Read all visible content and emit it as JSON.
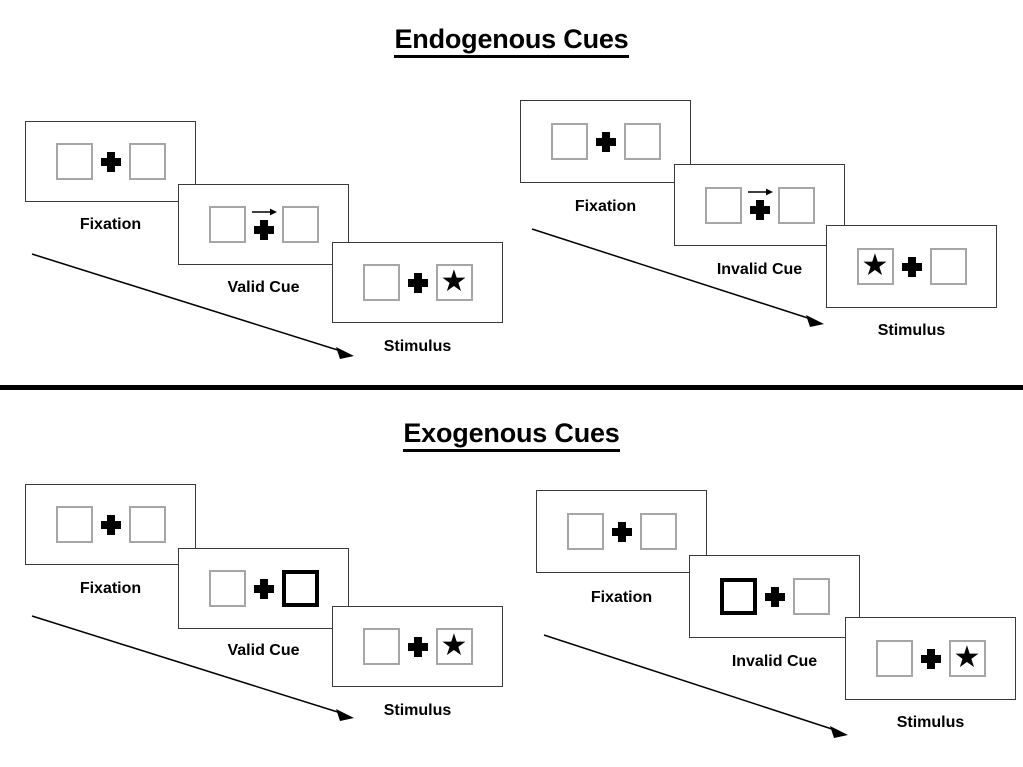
{
  "figure": {
    "title_top": "Endogenous Cues",
    "title_bottom": "Exogenous Cues",
    "colors": {
      "ink": "#000000",
      "placeholder_border": "#a6a6a6",
      "frame_border": "#3a3a3a",
      "background": "#ffffff"
    }
  },
  "sections": [
    {
      "id": "endogenous",
      "heading": "Endogenous Cues",
      "sequences": [
        {
          "id": "endogenous-valid",
          "condition": "valid",
          "frames": [
            {
              "label": "Fixation",
              "cue_type": "none",
              "cue_side": "none",
              "target_side": "none",
              "left_box": "empty",
              "right_box": "empty",
              "center": "plus"
            },
            {
              "label": "Valid Cue",
              "cue_type": "arrow",
              "cue_side": "right",
              "target_side": "none",
              "left_box": "empty",
              "right_box": "empty",
              "center": "arrow-plus"
            },
            {
              "label": "Stimulus",
              "cue_type": "none",
              "cue_side": "none",
              "target_side": "right",
              "left_box": "empty",
              "right_box": "star",
              "center": "plus"
            }
          ]
        },
        {
          "id": "endogenous-invalid",
          "condition": "invalid",
          "frames": [
            {
              "label": "Fixation",
              "cue_type": "none",
              "cue_side": "none",
              "target_side": "none",
              "left_box": "empty",
              "right_box": "empty",
              "center": "plus"
            },
            {
              "label": "Invalid Cue",
              "cue_type": "arrow",
              "cue_side": "right",
              "target_side": "none",
              "left_box": "empty",
              "right_box": "empty",
              "center": "arrow-plus"
            },
            {
              "label": "Stimulus",
              "cue_type": "none",
              "cue_side": "none",
              "target_side": "left",
              "left_box": "star",
              "right_box": "empty",
              "center": "plus"
            }
          ]
        }
      ]
    },
    {
      "id": "exogenous",
      "heading": "Exogenous Cues",
      "sequences": [
        {
          "id": "exogenous-valid",
          "condition": "valid",
          "frames": [
            {
              "label": "Fixation",
              "cue_type": "none",
              "cue_side": "none",
              "target_side": "none",
              "left_box": "empty",
              "right_box": "empty",
              "center": "plus"
            },
            {
              "label": "Valid Cue",
              "cue_type": "box-flash",
              "cue_side": "right",
              "target_side": "none",
              "left_box": "empty",
              "right_box": "cued",
              "center": "plus"
            },
            {
              "label": "Stimulus",
              "cue_type": "none",
              "cue_side": "none",
              "target_side": "right",
              "left_box": "empty",
              "right_box": "star",
              "center": "plus"
            }
          ]
        },
        {
          "id": "exogenous-invalid",
          "condition": "invalid",
          "frames": [
            {
              "label": "Fixation",
              "cue_type": "none",
              "cue_side": "none",
              "target_side": "none",
              "left_box": "empty",
              "right_box": "empty",
              "center": "plus"
            },
            {
              "label": "Invalid Cue",
              "cue_type": "box-flash",
              "cue_side": "left",
              "target_side": "none",
              "left_box": "cued",
              "right_box": "empty",
              "center": "plus"
            },
            {
              "label": "Stimulus",
              "cue_type": "none",
              "cue_side": "none",
              "target_side": "right",
              "left_box": "empty",
              "right_box": "star",
              "center": "plus"
            }
          ]
        }
      ]
    }
  ],
  "glyphs": {
    "star": "★",
    "plus": "plus-cross",
    "arrow_right": "arrow-right"
  },
  "labels": {
    "fixation": "Fixation",
    "valid_cue": "Valid Cue",
    "invalid_cue": "Invalid Cue",
    "stimulus": "Stimulus"
  }
}
